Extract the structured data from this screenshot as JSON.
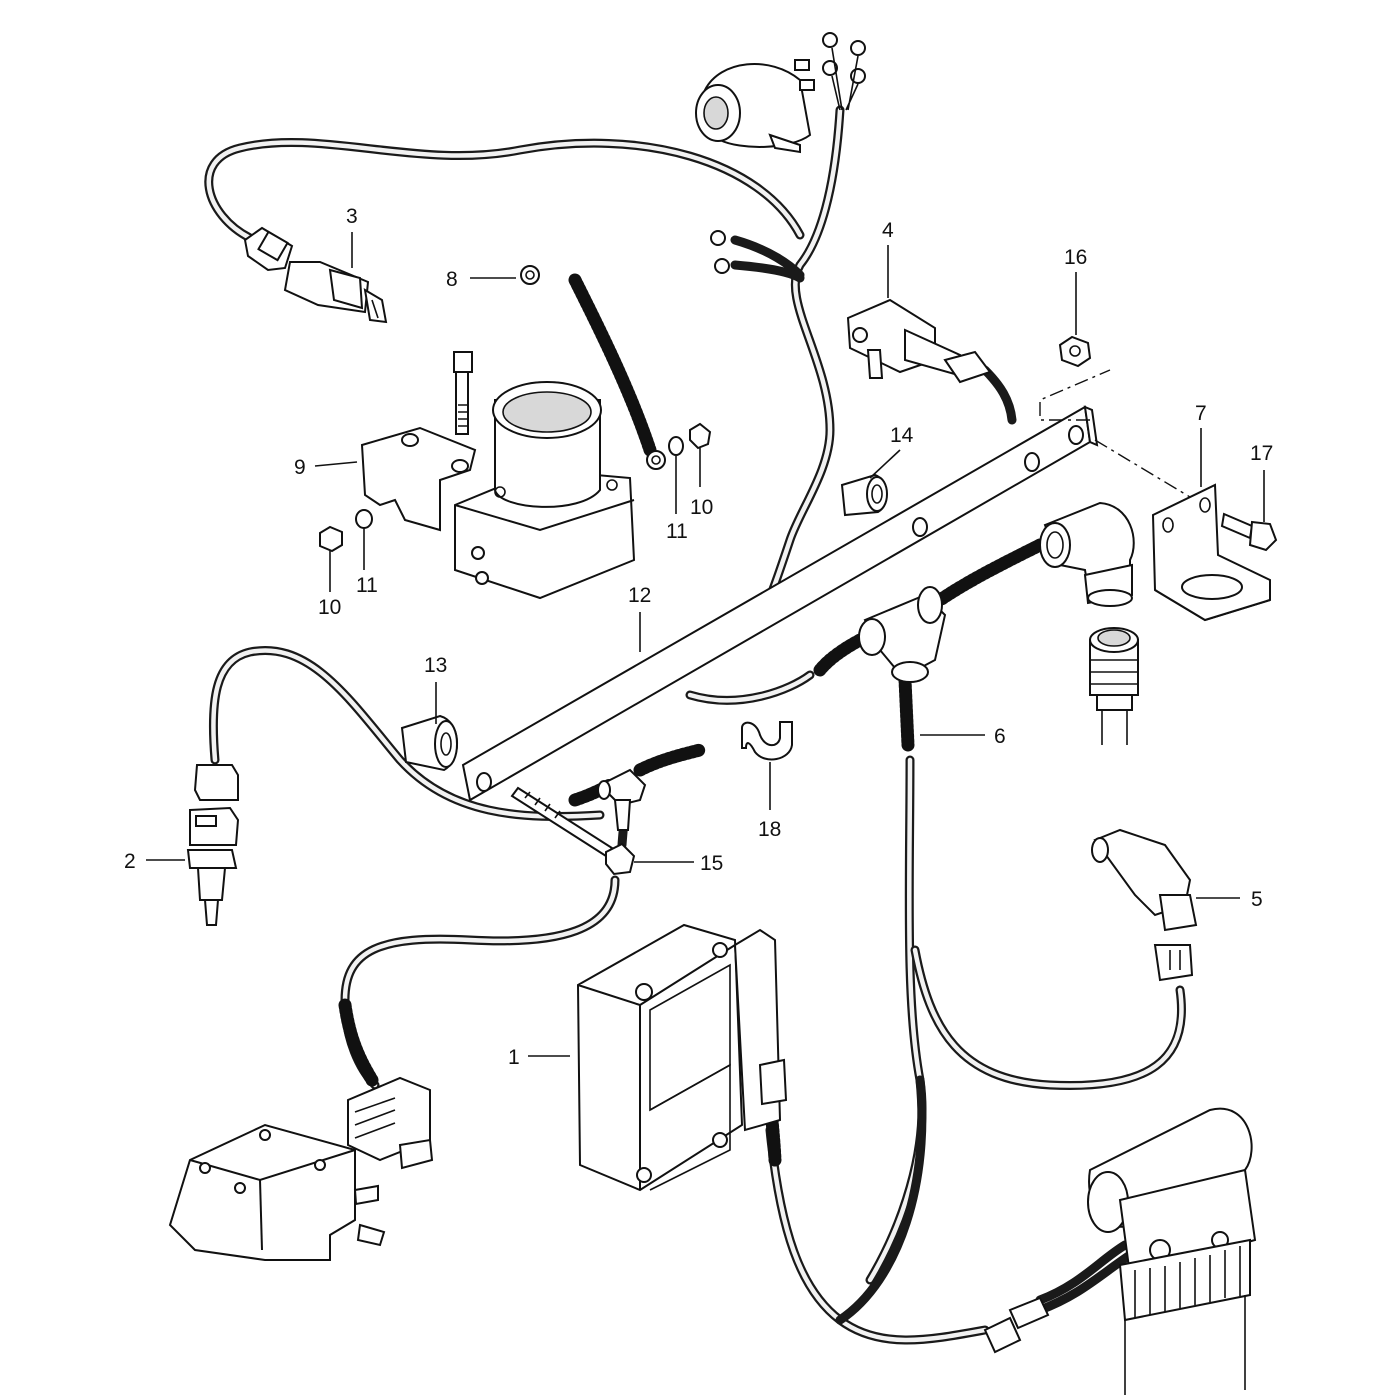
{
  "callouts": {
    "c1": "1",
    "c2": "2",
    "c3": "3",
    "c4": "4",
    "c5": "5",
    "c6": "6",
    "c7": "7",
    "c8": "8",
    "c9": "9",
    "c10a": "10",
    "c10b": "10",
    "c11a": "11",
    "c11b": "11",
    "c12": "12",
    "c13": "13",
    "c14": "14",
    "c15": "15",
    "c16": "16",
    "c17": "17",
    "c18": "18"
  }
}
